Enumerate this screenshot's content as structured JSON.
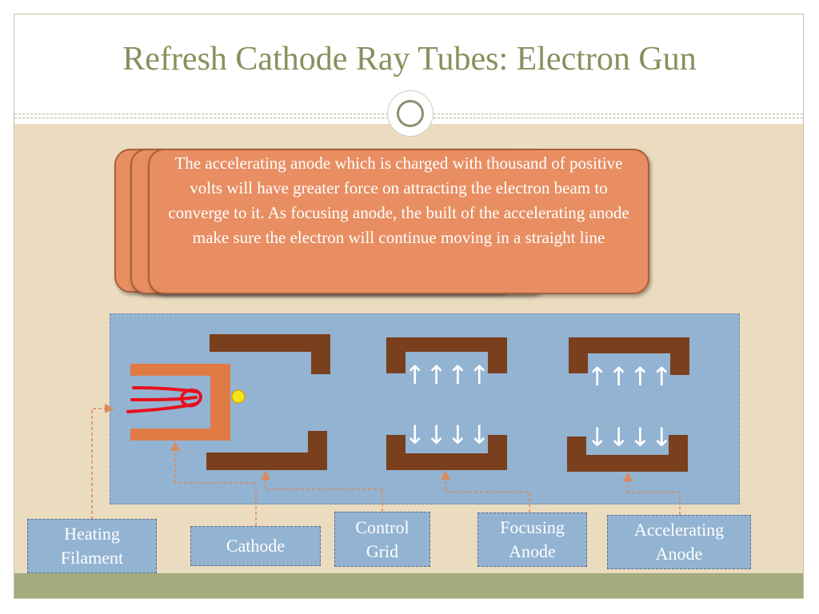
{
  "slide": {
    "title": "Refresh Cathode Ray Tubes: Electron Gun",
    "colors": {
      "title": "#8a8f5d",
      "content_bg": "#ebdcc0",
      "footer": "#a4ab7c",
      "card": "#e88e62",
      "diagram_bg": "#93b3d2",
      "electrode": "#7a3f1c",
      "cathode": "#e07a45",
      "filament": "#e8101e",
      "electron": "#f5e61a"
    }
  },
  "callout": {
    "text": "The accelerating anode which is  charged with thousand of positive volts will have greater force on attracting the electron beam to converge to it. As focusing anode, the built of the accelerating anode make sure the electron will continue moving in a straight line"
  },
  "diagram": {
    "arrows_up": "↑↑↑↑",
    "arrows_down": "↓↓↓↓",
    "labels": {
      "heating_filament_line1": "Heating",
      "heating_filament_line2": "Filament",
      "cathode": "Cathode",
      "control_grid_line1": "Control",
      "control_grid_line2": "Grid",
      "focusing_anode_line1": "Focusing",
      "focusing_anode_line2": "Anode",
      "accelerating_anode_line1": "Accelerating",
      "accelerating_anode_line2": "Anode"
    }
  }
}
